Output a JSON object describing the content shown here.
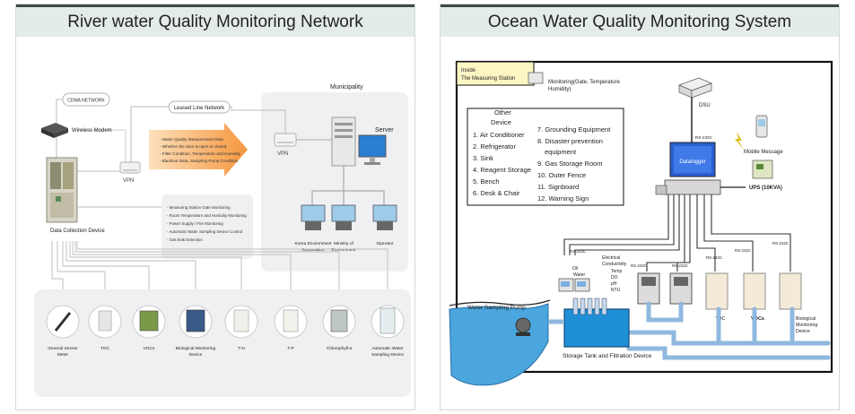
{
  "left_panel": {
    "title": "River water Quality Monitoring Network",
    "cdma_label": "CDMA NETWORK",
    "wireless_modem": "Wireless Modem",
    "leased_line": "Leased Line Network",
    "municipality": "Municipality",
    "server": "Server",
    "vpn_left": "VPN",
    "vpn_right": "VPN",
    "data_collection": "Data Collection Device",
    "arrow_items": [
      "- Water Quality Measurement Data",
      "- Whether the door is open or closed",
      "- Filter Condition, Temperature and Humidity",
      "- Blackout Data, Sampling Pump Condition"
    ],
    "status_items": [
      "- Measuring Station Gate Monitoring",
      "- Room Temperature and Humidity Monitoring",
      "- Power Supply / Fire Monitoring",
      "- Automatic Water Sampling Device Control",
      "- Gas leak Detection"
    ],
    "clients": [
      {
        "line1": "Korea Environment",
        "line2": "Corporation"
      },
      {
        "line1": "Ministry of",
        "line2": "Environment"
      },
      {
        "line1": "Operator",
        "line2": ""
      }
    ],
    "sensors": [
      {
        "line1": "General Sensor",
        "line2": "Meter"
      },
      {
        "line1": "TOC",
        "line2": ""
      },
      {
        "line1": "VOCs",
        "line2": ""
      },
      {
        "line1": "Biological Monitoring",
        "line2": "Device"
      },
      {
        "line1": "T-N",
        "line2": ""
      },
      {
        "line1": "T-P",
        "line2": ""
      },
      {
        "line1": "Chlorophyll-a",
        "line2": ""
      },
      {
        "line1": "Automatic Water",
        "line2": "Sampling Device"
      }
    ]
  },
  "right_panel": {
    "title": "Ocean Water Quality Monitoring System",
    "inside_line1": "Inside",
    "inside_line2": "The Measuring Station",
    "monitoring_line1": "Monitoring(Gate, Temperature",
    "monitoring_line2": "Humidity)",
    "other_line1": "Other",
    "other_line2": "Device",
    "devices_left": [
      "1. Air Conditioner",
      "2. Refrigerator",
      "3. Sink",
      "4. Reagent Storage",
      "5. Bench",
      "6. Desk & Chair"
    ],
    "devices_right": [
      "7. Grounding Equipment",
      "8. Disaster prevention",
      "equipment",
      "9. Gas Storage Room",
      "10. Outer Fence",
      "11. Signboard",
      "12. Warning Sign"
    ],
    "dsu": "DSU",
    "rs232c": "RS-232C",
    "datalogger": "Datalogger",
    "mobile_message": "Mobile Message",
    "ups": "UPS (10KVA)",
    "oil": "Oil",
    "water": "Water",
    "ec_line1": "Electrical",
    "ec_line2": "Conductivity",
    "temp": "Temp",
    "do": "DO",
    "ph": "pH",
    "ntu": "NTU",
    "toc": "TOC",
    "vocs": "VOCs",
    "bio_line1": "Biological",
    "bio_line2": "Monitoring",
    "bio_line3": "Device",
    "pump": "Water Sampling Pump",
    "storage": "Storage Tank and Filtration Device"
  },
  "colors": {
    "header_bg": "#e4ece8",
    "header_bar": "#3b4a45",
    "arrow_orange": "#f5a04a",
    "tank_blue": "#1f8fd8",
    "pipe_blue": "#8fb8df"
  }
}
